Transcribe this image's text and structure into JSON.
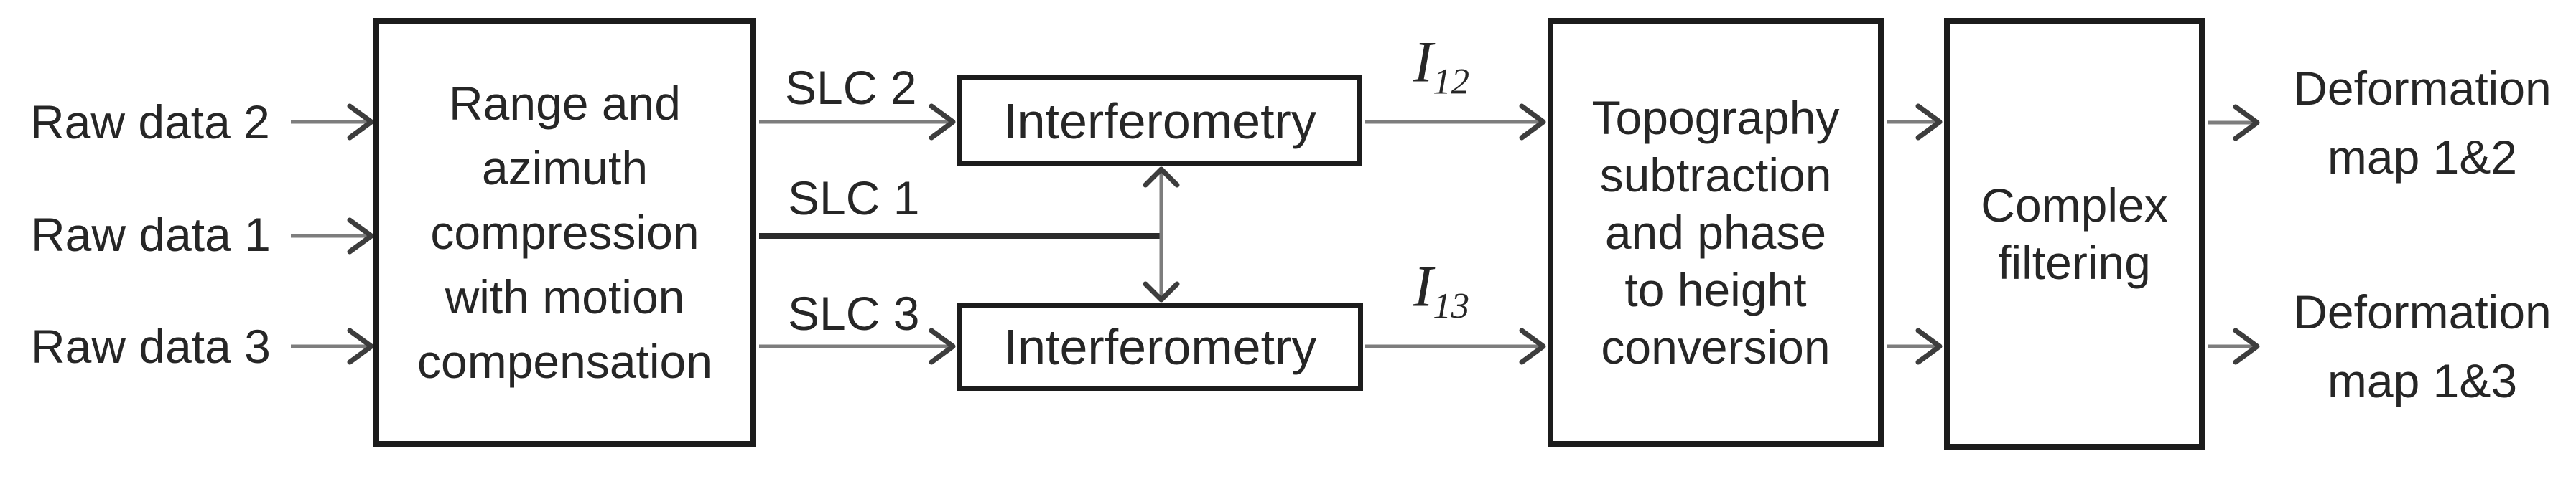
{
  "diagram": {
    "inputs": [
      {
        "label": "Raw data 2"
      },
      {
        "label": "Raw data 1"
      },
      {
        "label": "Raw data 3"
      }
    ],
    "slc_labels": [
      {
        "label": "SLC 2"
      },
      {
        "label": "SLC 1"
      },
      {
        "label": "SLC 3"
      }
    ],
    "boxes": {
      "range_compression": {
        "lines": [
          "Range and",
          "azimuth",
          "compression",
          "with motion",
          "compensation"
        ]
      },
      "interferometry_top": {
        "label": "Interferometry"
      },
      "interferometry_bottom": {
        "label": "Interferometry"
      },
      "topography": {
        "lines": [
          "Topography",
          "subtraction",
          "and phase",
          "to height",
          "conversion"
        ]
      },
      "complex_filtering": {
        "lines": [
          "Complex",
          "filtering"
        ]
      }
    },
    "interferogram_labels": [
      {
        "symbol": "I",
        "subscript": "12"
      },
      {
        "symbol": "I",
        "subscript": "13"
      }
    ],
    "outputs": [
      {
        "line1": "Deformation",
        "line2": "map 1&2"
      },
      {
        "line1": "Deformation",
        "line2": "map 1&3"
      }
    ],
    "colors": {
      "background": "#ffffff",
      "box_border": "#1c1c1c",
      "text": "#262626",
      "arrow_shaft": "#7d7d7d",
      "arrow_head": "#3d3d3d",
      "slc1_line": "#2b2b2b"
    }
  }
}
